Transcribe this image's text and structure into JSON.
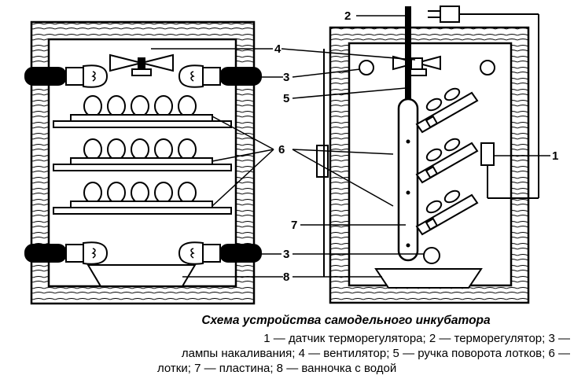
{
  "title": "Схема устройства самодельного инкубатора",
  "legend": [
    "1 — датчик терморегулятора; 2 — терморегулятор; 3 —",
    "лампы накаливания; 4 — вентилятор; 5 — ручка поворота лотков; 6 —",
    "лотки; 7 — пластина; 8 — ванночка с водой"
  ],
  "labels": {
    "sensor": "1",
    "regulator": "2",
    "lamps_top": "3",
    "lamps_bottom": "3",
    "fan": "4",
    "handle": "5",
    "trays": "6",
    "plate": "7",
    "water_tray": "8"
  },
  "colors": {
    "ink": "#000000",
    "paper": "#ffffff"
  },
  "icons": [
    "lamp-icon",
    "fan-icon",
    "egg-icon",
    "water-bath-icon",
    "thermostat-icon"
  ]
}
